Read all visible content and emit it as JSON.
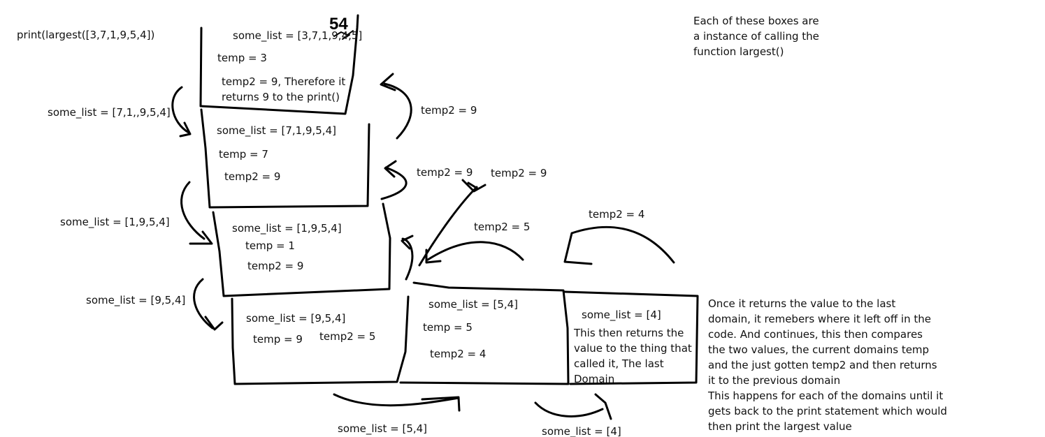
{
  "call_expression": "print(largest([3,7,1,9,5,4])",
  "explanation_top": "Each of these boxes are\na instance of calling the\nfunction largest()",
  "explanation_bottom": "Once it returns the value to the last\ndomain, it remebers where it left off in the\ncode. And continues, this then compares\nthe two values, the current domains temp\nand the just gotten temp2 and then returns\nit to the previous domain\nThis happens for each of the domains until it\ngets back to the print statement which would\nthen print the largest value",
  "scribble": "54",
  "boxes": [
    {
      "some_list": "some_list = [3,7,1,9,4,5]",
      "temp": "temp = 3",
      "temp2": "temp2 = 9, Therefore it\nreturns 9 to the print()"
    },
    {
      "some_list": "some_list = [7,1,9,5,4]",
      "temp": "temp = 7",
      "temp2": "temp2 = 9"
    },
    {
      "some_list": "some_list = [1,9,5,4]",
      "temp": "temp = 1",
      "temp2": "temp2 = 9"
    },
    {
      "some_list": "some_list = [9,5,4]",
      "temp": "temp = 9",
      "temp2": "temp2 = 5"
    },
    {
      "some_list": "some_list = [5,4]",
      "temp": "temp = 5",
      "temp2": "temp2 = 4"
    },
    {
      "some_list": "some_list = [4]",
      "note": "This then returns the\nvalue to the thing that\ncalled it, The last\nDomain"
    }
  ],
  "call_labels": [
    "some_list = [7,1,,9,5,4]",
    "some_list = [1,9,5,4]",
    "some_list = [9,5,4]",
    "some_list = [5,4]",
    "some_list = [4]"
  ],
  "return_labels": [
    "temp2 = 9",
    "temp2 = 9",
    "temp2 = 9",
    "temp2 = 5",
    "temp2 = 4"
  ]
}
